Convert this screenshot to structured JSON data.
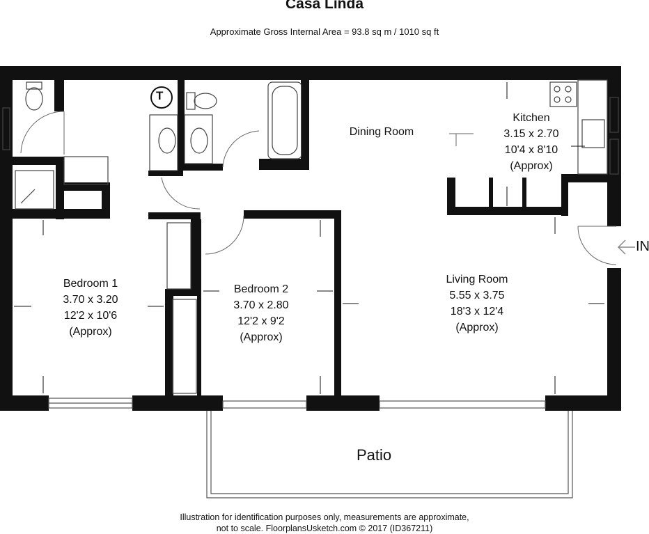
{
  "header": {
    "title": "Casa Linda",
    "area": "Approximate Gross Internal Area = 93.8 sq m / 1010 sq ft"
  },
  "rooms": {
    "bedroom1": {
      "name": "Bedroom 1",
      "metric": "3.70 x 3.20",
      "imperial": "12'2 x 10'6",
      "note": "(Approx)"
    },
    "bedroom2": {
      "name": "Bedroom 2",
      "metric": "3.70 x 2.80",
      "imperial": "12'2 x 9'2",
      "note": "(Approx)"
    },
    "living": {
      "name": "Living Room",
      "metric": "5.55 x 3.75",
      "imperial": "18'3 x 12'4",
      "note": "(Approx)"
    },
    "kitchen": {
      "name": "Kitchen",
      "metric": "3.15 x 2.70",
      "imperial": "10'4 x 8'10",
      "note": "(Approx)"
    },
    "dining": {
      "name": "Dining Room"
    },
    "patio": {
      "name": "Patio"
    }
  },
  "entry": {
    "label": "IN"
  },
  "fixtures": {
    "toilet_symbol": "T"
  },
  "footer": {
    "line1": "Illustration for identification purposes only, measurements are approximate,",
    "line2": "not to scale. FloorplansUsketch.com © 2017 (ID367211)"
  }
}
